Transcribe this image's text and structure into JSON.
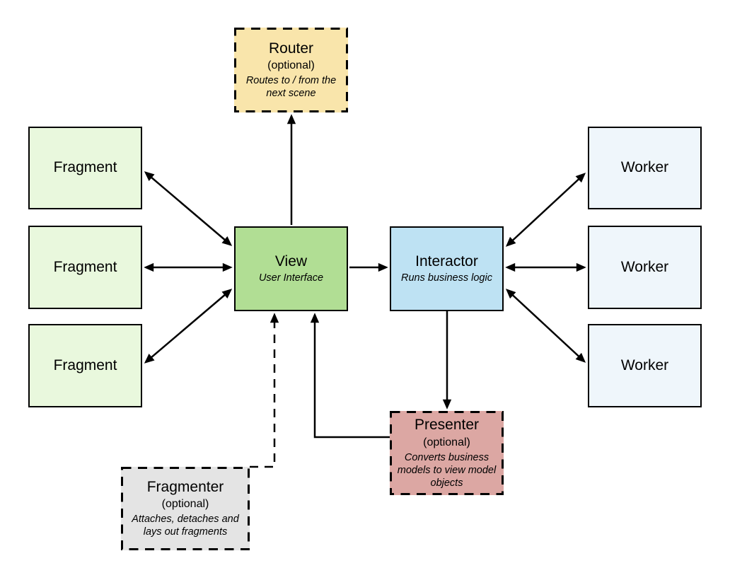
{
  "canvas": {
    "background": "#FFFFFF",
    "stroke": "#000000"
  },
  "nodes": {
    "router": {
      "title": "Router",
      "subtitle": "(optional)",
      "description": "Routes to / from the\nnext scene",
      "fill": "#F9E5AB",
      "border": "dashed"
    },
    "fragment_top": {
      "title": "Fragment",
      "fill": "#E9F8DD",
      "border": "solid"
    },
    "fragment_middle": {
      "title": "Fragment",
      "fill": "#E9F8DD",
      "border": "solid"
    },
    "fragment_bottom": {
      "title": "Fragment",
      "fill": "#E9F8DD",
      "border": "solid"
    },
    "view": {
      "title": "View",
      "description": "User Interface",
      "fill": "#B1DE94",
      "border": "solid"
    },
    "interactor": {
      "title": "Interactor",
      "description": "Runs business logic",
      "fill": "#BEE2F3",
      "border": "solid"
    },
    "worker_top": {
      "title": "Worker",
      "fill": "#EFF6FB",
      "border": "solid"
    },
    "worker_middle": {
      "title": "Worker",
      "fill": "#EFF6FB",
      "border": "solid"
    },
    "worker_bottom": {
      "title": "Worker",
      "fill": "#EFF6FB",
      "border": "solid"
    },
    "presenter": {
      "title": "Presenter",
      "subtitle": "(optional)",
      "description": "Converts business\nmodels to view model\nobjects",
      "fill": "#DCA7A3",
      "border": "dashed"
    },
    "fragmenter": {
      "title": "Fragmenter",
      "subtitle": "(optional)",
      "description": "Attaches, detaches and\nlays out fragments",
      "fill": "#E4E4E4",
      "border": "dashed"
    }
  },
  "edges": [
    {
      "from": "View",
      "to": "Router",
      "direction": "one-way",
      "style": "solid"
    },
    {
      "from": "Fragment (top)",
      "to": "View",
      "direction": "two-way",
      "style": "solid"
    },
    {
      "from": "Fragment (middle)",
      "to": "View",
      "direction": "two-way",
      "style": "solid"
    },
    {
      "from": "Fragment (bottom)",
      "to": "View",
      "direction": "two-way",
      "style": "solid"
    },
    {
      "from": "View",
      "to": "Interactor",
      "direction": "one-way",
      "style": "solid"
    },
    {
      "from": "Interactor",
      "to": "Worker (top)",
      "direction": "two-way",
      "style": "solid"
    },
    {
      "from": "Interactor",
      "to": "Worker (middle)",
      "direction": "two-way",
      "style": "solid"
    },
    {
      "from": "Interactor",
      "to": "Worker (bottom)",
      "direction": "two-way",
      "style": "solid"
    },
    {
      "from": "Interactor",
      "to": "Presenter",
      "direction": "one-way",
      "style": "solid"
    },
    {
      "from": "Presenter",
      "to": "View",
      "direction": "one-way",
      "style": "solid"
    },
    {
      "from": "Fragmenter",
      "to": "View",
      "direction": "one-way",
      "style": "dashed"
    }
  ]
}
